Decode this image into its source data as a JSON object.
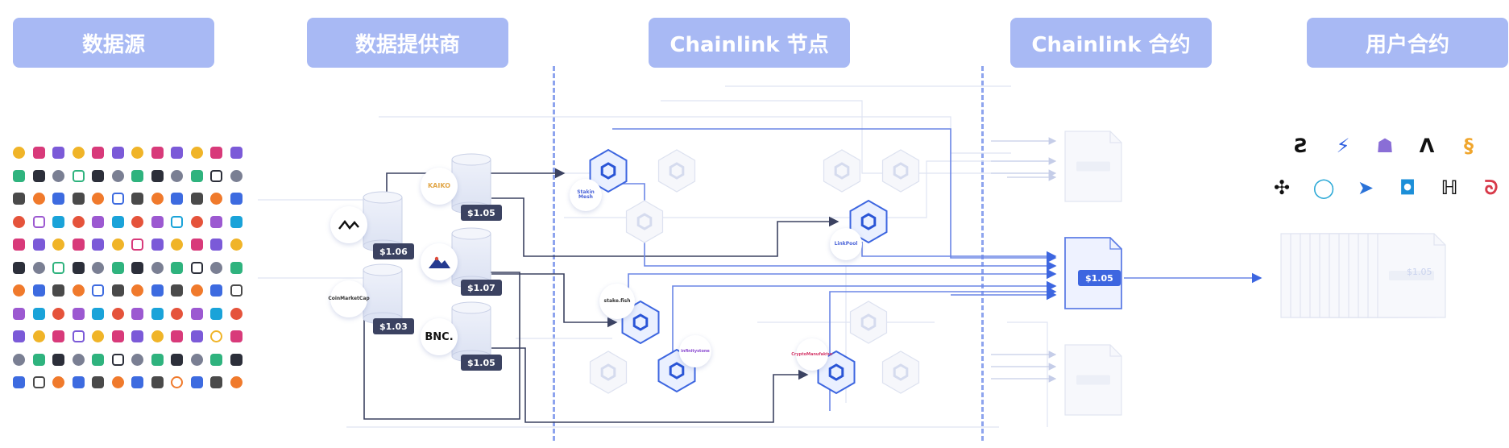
{
  "headers": {
    "data_sources": "数据源",
    "data_providers": "数据提供商",
    "chainlink_nodes": "Chainlink 节点",
    "chainlink_contract": "Chainlink 合约",
    "user_contracts": "用户合约"
  },
  "providers": [
    {
      "logo": "KAIKO",
      "price": "$1.05"
    },
    {
      "logo": "",
      "price": "$1.07"
    },
    {
      "logo": "BNC.",
      "price": "$1.05"
    }
  ],
  "aggregators": [
    {
      "logo": "",
      "price": "$1.06"
    },
    {
      "logo": "CoinMarketCap",
      "price": "$1.03"
    }
  ],
  "nodes": [
    {
      "logo": "Stakin Mesh"
    },
    {
      "logo": "stake.fish"
    },
    {
      "logo": "infinitystone"
    },
    {
      "logo": "LinkPool"
    },
    {
      "logo": "CryptoManufaktur"
    }
  ],
  "contract": {
    "price": "$1.05"
  },
  "user_contract_price": "$1.05",
  "colors": {
    "header_bg": "#a8b9f4",
    "accent": "#3d66e0",
    "line": "#bcc6e6",
    "dark_line": "#3b4261"
  }
}
